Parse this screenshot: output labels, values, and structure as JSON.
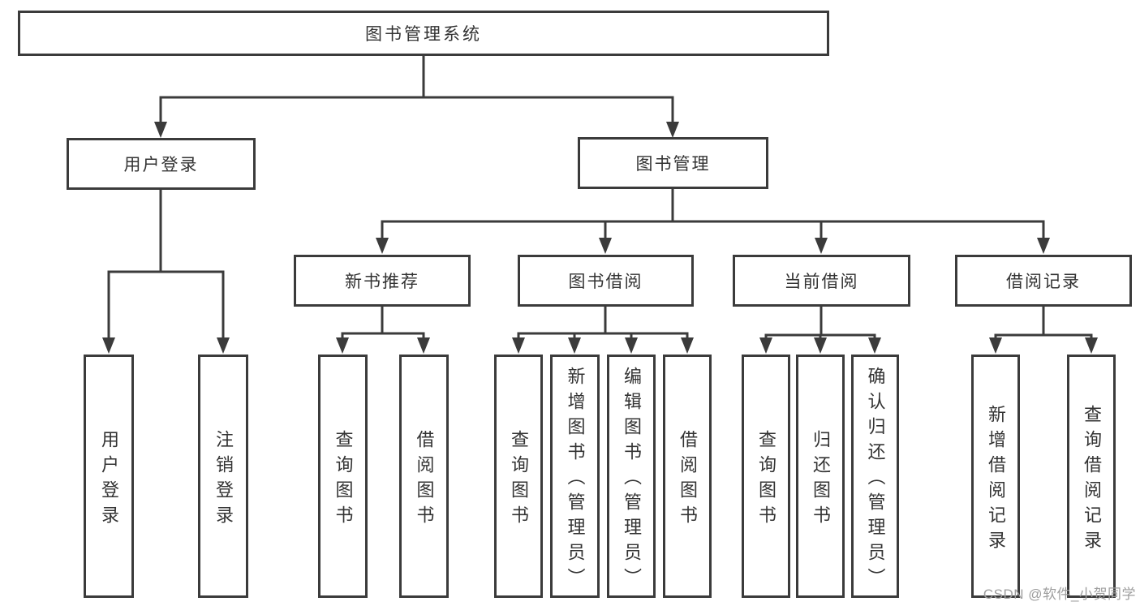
{
  "diagram": {
    "root": {
      "label": "图书管理系统"
    },
    "level2": [
      {
        "id": "user-login",
        "label": "用户登录"
      },
      {
        "id": "book-management",
        "label": "图书管理"
      }
    ],
    "level3": [
      {
        "id": "new-book-recommend",
        "label": "新书推荐",
        "parent": "book-management"
      },
      {
        "id": "book-borrowing",
        "label": "图书借阅",
        "parent": "book-management"
      },
      {
        "id": "current-borrowing",
        "label": "当前借阅",
        "parent": "book-management"
      },
      {
        "id": "borrowing-records",
        "label": "借阅记录",
        "parent": "book-management"
      }
    ],
    "leaves": [
      {
        "parent": "user-login",
        "label": "用户登录"
      },
      {
        "parent": "user-login",
        "label": "注销登录"
      },
      {
        "parent": "new-book-recommend",
        "label": "查询图书"
      },
      {
        "parent": "new-book-recommend",
        "label": "借阅图书"
      },
      {
        "parent": "book-borrowing",
        "label": "查询图书"
      },
      {
        "parent": "book-borrowing",
        "label": "新增图书（管理员）"
      },
      {
        "parent": "book-borrowing",
        "label": "编辑图书（管理员）"
      },
      {
        "parent": "book-borrowing",
        "label": "借阅图书"
      },
      {
        "parent": "current-borrowing",
        "label": "查询图书"
      },
      {
        "parent": "current-borrowing",
        "label": "归还图书"
      },
      {
        "parent": "current-borrowing",
        "label": "确认归还（管理员）"
      },
      {
        "parent": "borrowing-records",
        "label": "新增借阅记录"
      },
      {
        "parent": "borrowing-records",
        "label": "查询借阅记录"
      }
    ]
  },
  "watermark": {
    "text": "CSDN @软件_小贺同学"
  },
  "colors": {
    "line": "#3b3b3b",
    "text": "#333333",
    "watermark": "#9e9e9e",
    "background": "#ffffff"
  }
}
